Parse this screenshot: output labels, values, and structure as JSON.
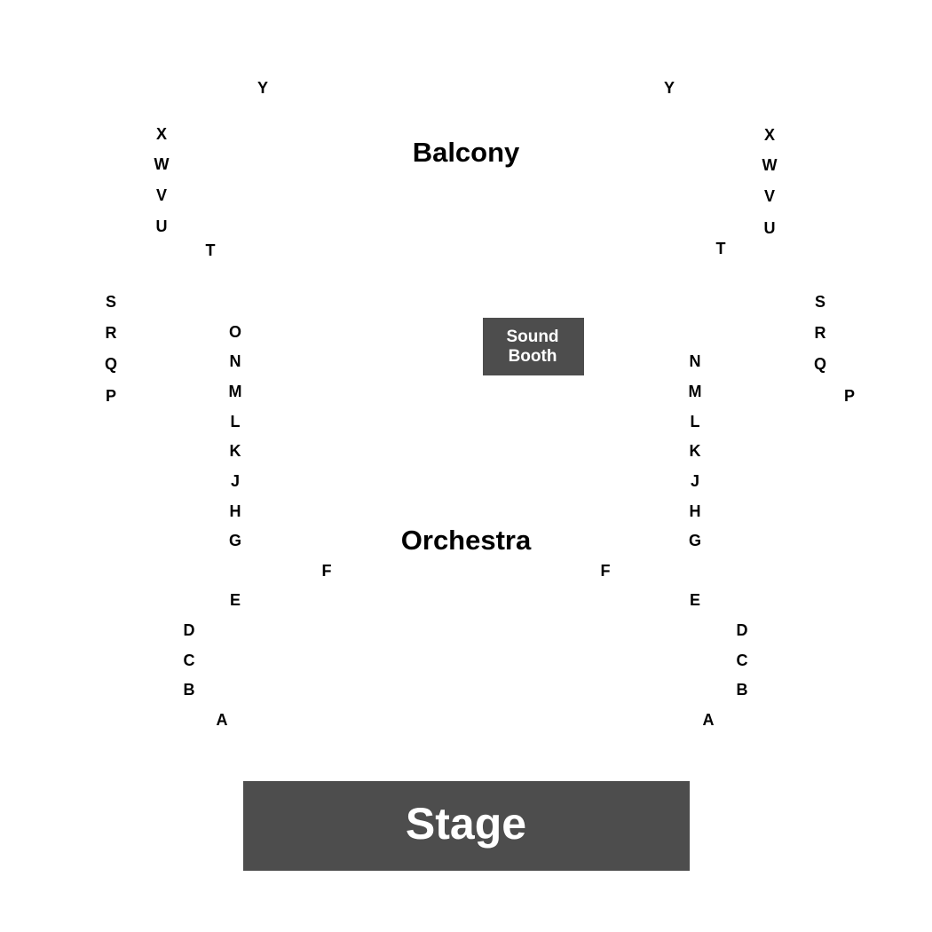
{
  "colors": {
    "background": "#ffffff",
    "block_fill": "#4d4d4d",
    "label_text": "#000000",
    "block_text": "#ffffff"
  },
  "sections": {
    "balcony": "Balcony",
    "orchestra": "Orchestra"
  },
  "blocks": {
    "stage": "Stage",
    "sound_booth_line1": "Sound",
    "sound_booth_line2": "Booth"
  },
  "rows": {
    "left": [
      "Y",
      "X",
      "W",
      "V",
      "U",
      "T",
      "S",
      "R",
      "Q",
      "P",
      "O",
      "N",
      "M",
      "L",
      "K",
      "J",
      "H",
      "G",
      "F",
      "E",
      "D",
      "C",
      "B",
      "A"
    ],
    "right": [
      "Y",
      "X",
      "W",
      "V",
      "U",
      "T",
      "S",
      "R",
      "Q",
      "P",
      "N",
      "M",
      "L",
      "K",
      "J",
      "H",
      "G",
      "F",
      "E",
      "D",
      "C",
      "B",
      "A"
    ]
  }
}
